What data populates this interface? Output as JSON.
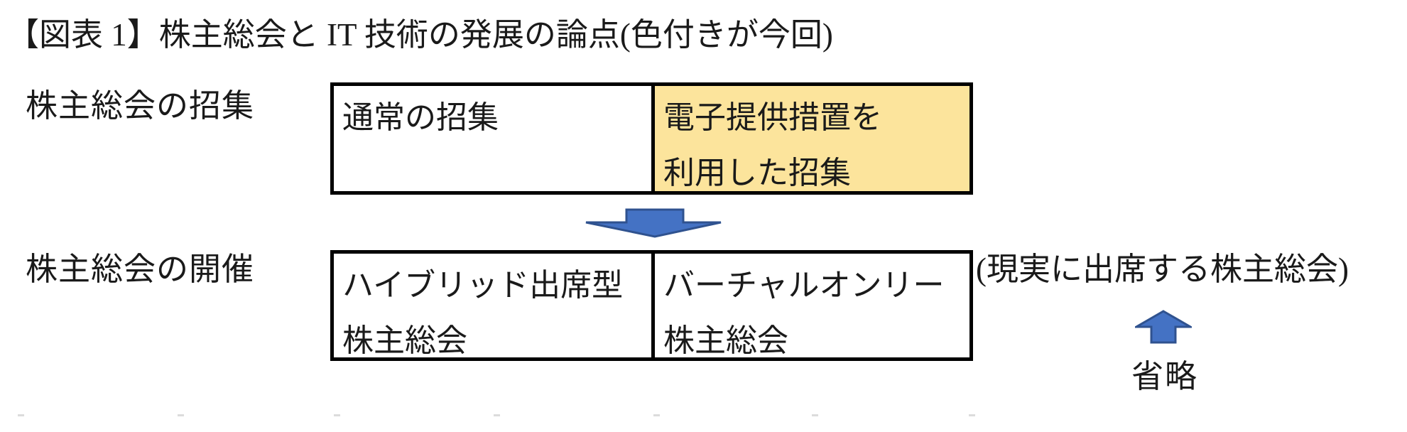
{
  "title": "【図表 1】株主総会と IT 技術の発展の論点(色付きが今回)",
  "rows": [
    {
      "label": "株主総会の招集",
      "cells": [
        {
          "lines": [
            "通常の招集"
          ],
          "highlighted": false
        },
        {
          "lines": [
            "電子提供措置を",
            "利用した招集"
          ],
          "highlighted": true
        }
      ]
    },
    {
      "label": "株主総会の開催",
      "cells": [
        {
          "lines": [
            "ハイブリッド出席型",
            "株主総会"
          ],
          "highlighted": false
        },
        {
          "lines": [
            "バーチャルオンリー",
            "株主総会"
          ],
          "highlighted": false
        }
      ]
    }
  ],
  "annotations": {
    "real_meeting_note": "(現実に出席する株主総会)",
    "omitted_label": "省略"
  },
  "icons": {
    "down_arrow": "⬇",
    "up_arrow": "⬆"
  },
  "colors": {
    "highlight": "#FCE49C",
    "arrow_fill": "#4472C4",
    "arrow_stroke": "#2F528F",
    "border": "#000000",
    "text": "#1a1a1a"
  }
}
